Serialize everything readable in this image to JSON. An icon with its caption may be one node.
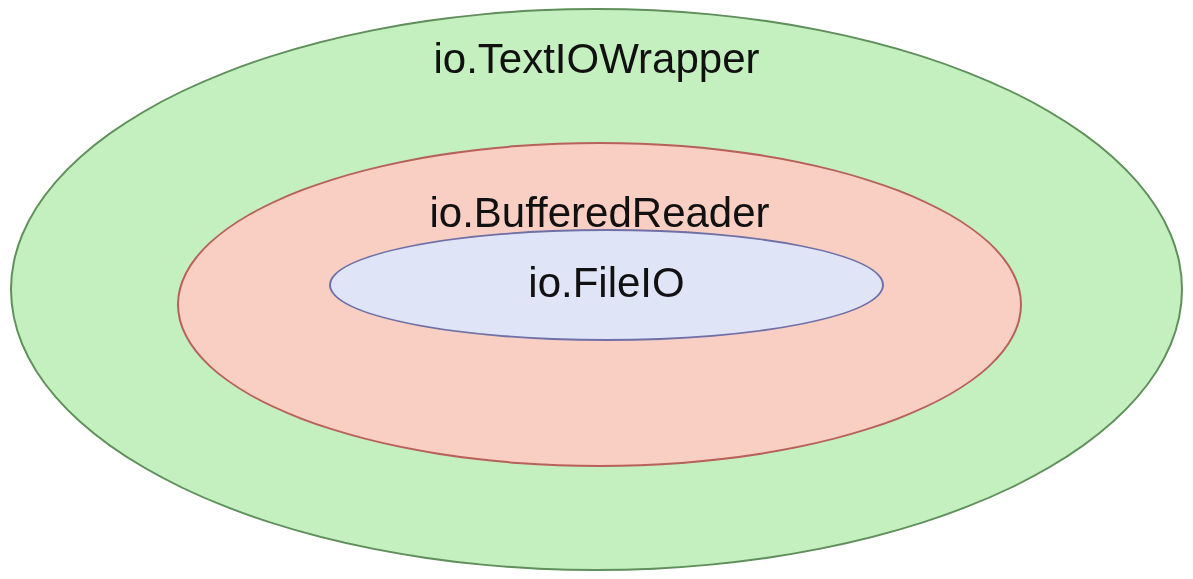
{
  "diagram": {
    "nodes": [
      {
        "text": [
          "io.TextIOWrapper"
        ]
      },
      {
        "text": [
          "io.BufferedReader"
        ],
        "in": 0
      },
      {
        "text": [
          "io.FileIO"
        ],
        "in": 1
      }
    ]
  }
}
